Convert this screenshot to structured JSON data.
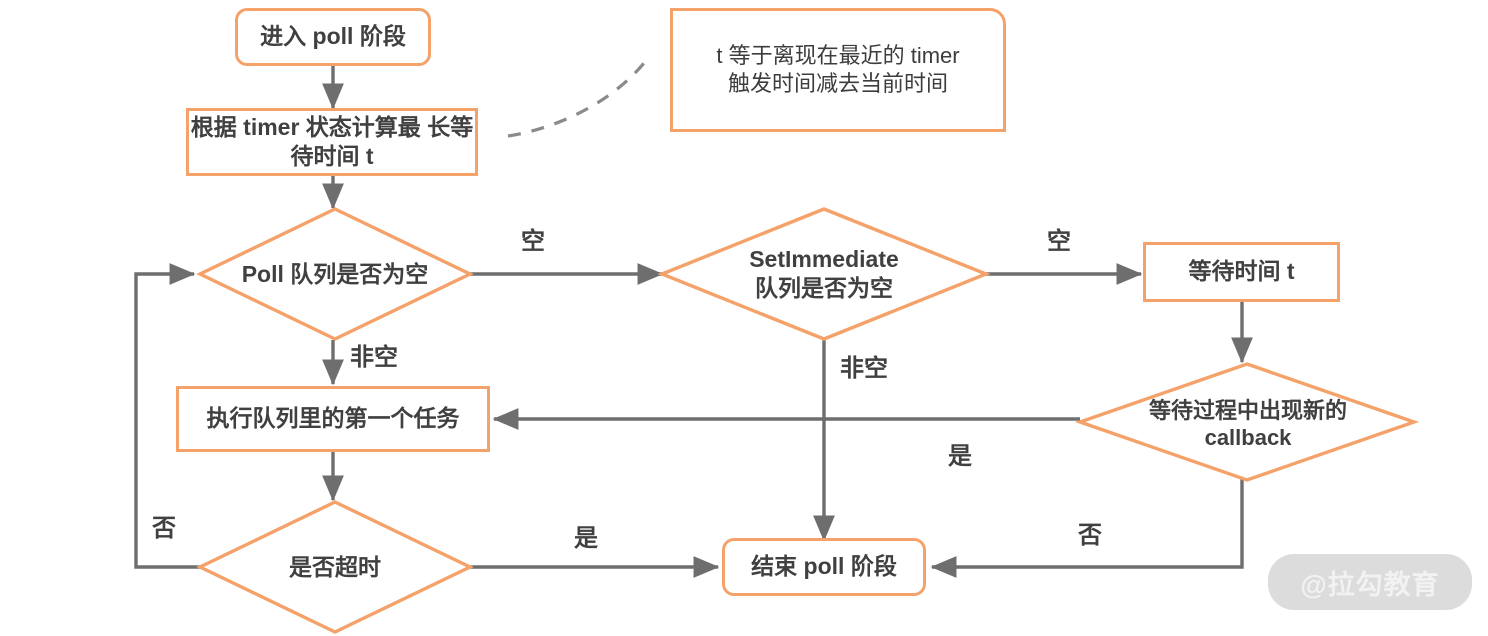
{
  "diagram": {
    "title": "Node.js poll 阶段流程图",
    "colors": {
      "node_border": "#F4A269",
      "edge": "#6E6E6E",
      "text": "#404040",
      "background": "#FFFFFF",
      "watermark_pill": "#DCDCDC",
      "watermark_text": "#F2F2F2"
    },
    "nodes": {
      "start": {
        "label": "进入 poll 阶段",
        "shape": "rounded-rect"
      },
      "compute_timeout": {
        "label": "根据 timer 状态计算最\n长等待时间 t",
        "line1": "根据 timer 状态计算最",
        "line2": "长等待时间 t",
        "shape": "rect"
      },
      "poll_queue_empty": {
        "label": "Poll 队列是否为空",
        "shape": "diamond"
      },
      "setimmediate_queue_empty": {
        "line1": "SetImmediate",
        "line2": "队列是否为空",
        "shape": "diamond"
      },
      "wait_t": {
        "label": "等待时间 t",
        "shape": "rect"
      },
      "new_callback": {
        "line1": "等待过程中出现新的",
        "line2": "callback",
        "shape": "diamond"
      },
      "run_first_task": {
        "label": "执行队列里的第一个任务",
        "shape": "rect"
      },
      "is_timeout": {
        "label": "是否超时",
        "shape": "diamond"
      },
      "end": {
        "label": "结束 poll 阶段",
        "shape": "rounded-rect"
      }
    },
    "note": {
      "line1": "t 等于离现在最近的 timer",
      "line2": "触发时间减去当前时间"
    },
    "edge_labels": {
      "poll_empty": "空",
      "poll_nonempty": "非空",
      "setimmediate_empty": "空",
      "setimmediate_nonempty": "非空",
      "callback_yes": "是",
      "callback_no": "否",
      "timeout_yes": "是",
      "timeout_no": "否"
    },
    "watermark": "@拉勾教育"
  }
}
